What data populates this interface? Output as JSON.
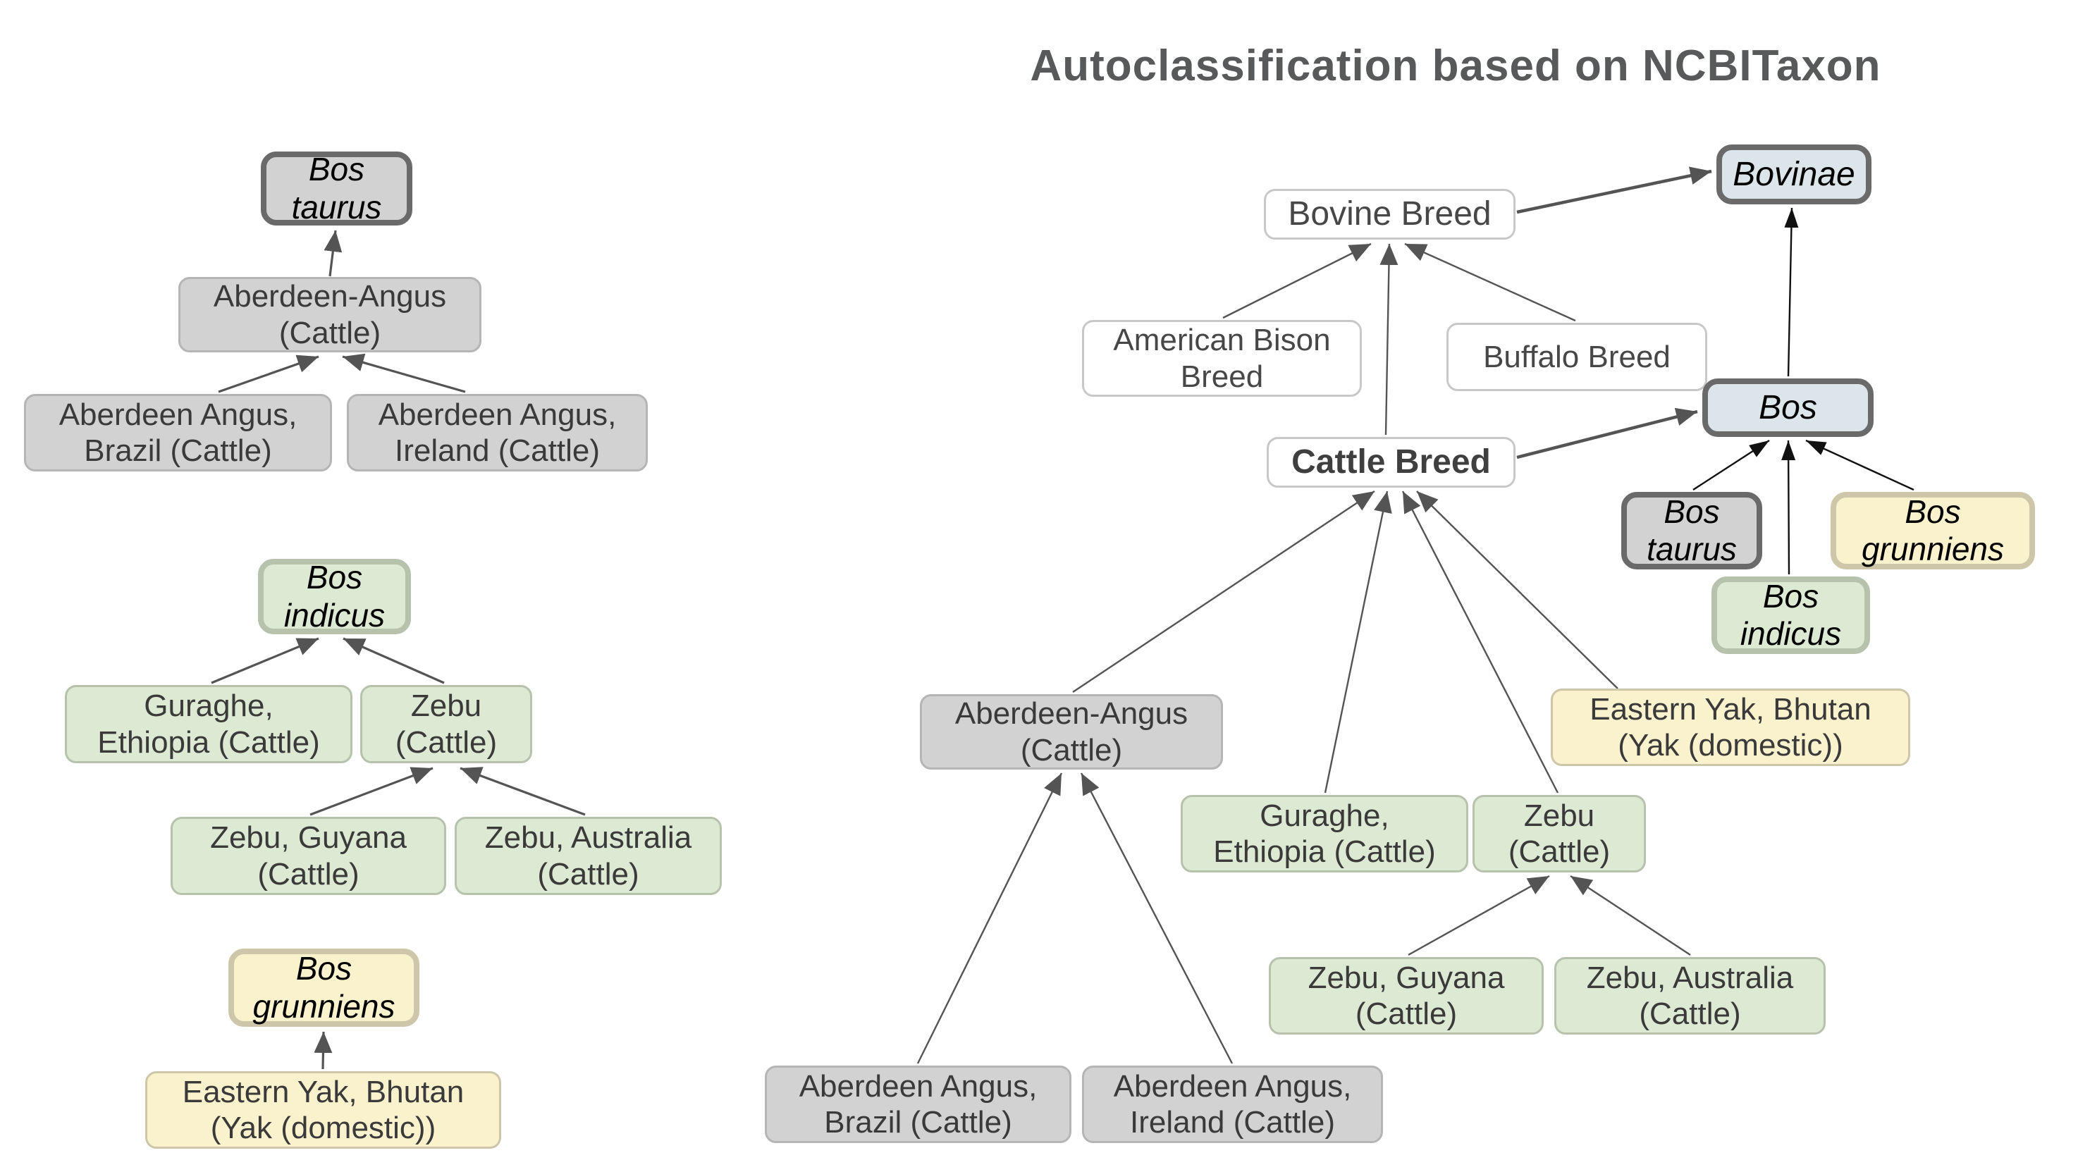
{
  "title": "Autoclassification based on NCBITaxon",
  "colors": {
    "gray_fill": "#d2d2d2",
    "green_fill": "#dcead3",
    "cream_fill": "#faf1cd",
    "blue_fill": "#dce6ea",
    "white_fill": "#ffffff",
    "root_border": "#6a6a6a",
    "child_border": "#b5b5b5",
    "edge_gray": "#545454",
    "edge_black": "#111111",
    "title_color": "#58595b"
  },
  "left_panel": {
    "trees": [
      {
        "name": "bos-taurus-tree",
        "nodes": {
          "bos_taurus": {
            "label": "Bos\ntaurus"
          },
          "aberdeen_angus": {
            "label": "Aberdeen-Angus\n(Cattle)"
          },
          "aberdeen_brazil": {
            "label": "Aberdeen Angus,\nBrazil (Cattle)"
          },
          "aberdeen_ireland": {
            "label": "Aberdeen Angus,\nIreland (Cattle)"
          }
        }
      },
      {
        "name": "bos-indicus-tree",
        "nodes": {
          "bos_indicus": {
            "label": "Bos\nindicus"
          },
          "guraghe": {
            "label": "Guraghe,\nEthiopia (Cattle)"
          },
          "zebu": {
            "label": "Zebu\n(Cattle)"
          },
          "zebu_guyana": {
            "label": "Zebu, Guyana\n(Cattle)"
          },
          "zebu_australia": {
            "label": "Zebu, Australia\n(Cattle)"
          }
        }
      },
      {
        "name": "bos-grunniens-tree",
        "nodes": {
          "bos_grunniens": {
            "label": "Bos\ngrunniens"
          },
          "eastern_yak": {
            "label": "Eastern Yak, Bhutan\n(Yak (domestic))"
          }
        }
      }
    ]
  },
  "right_panel": {
    "name": "ncbitaxon-autoclassification-tree",
    "nodes": {
      "bovinae": {
        "label": "Bovinae"
      },
      "bovine_breed": {
        "label": "Bovine Breed"
      },
      "american_bison_breed": {
        "label": "American Bison\nBreed"
      },
      "buffalo_breed": {
        "label": "Buffalo  Breed"
      },
      "cattle_breed": {
        "label": "Cattle Breed"
      },
      "bos": {
        "label": "Bos"
      },
      "bos_taurus": {
        "label": "Bos\ntaurus"
      },
      "bos_grunniens": {
        "label": "Bos\ngrunniens"
      },
      "bos_indicus": {
        "label": "Bos\nindicus"
      },
      "eastern_yak": {
        "label": "Eastern Yak, Bhutan\n(Yak (domestic))"
      },
      "aberdeen_angus": {
        "label": "Aberdeen-Angus\n(Cattle)"
      },
      "guraghe": {
        "label": "Guraghe,\nEthiopia (Cattle)"
      },
      "zebu": {
        "label": "Zebu\n(Cattle)"
      },
      "zebu_guyana": {
        "label": "Zebu, Guyana\n(Cattle)"
      },
      "zebu_australia": {
        "label": "Zebu, Australia\n(Cattle)"
      },
      "aberdeen_brazil": {
        "label": "Aberdeen Angus,\nBrazil (Cattle)"
      },
      "aberdeen_ireland": {
        "label": "Aberdeen Angus,\nIreland (Cattle)"
      }
    },
    "edges": [
      {
        "from": "bovine_breed",
        "to": "bovinae"
      },
      {
        "from": "american_bison_breed",
        "to": "bovine_breed"
      },
      {
        "from": "buffalo_breed",
        "to": "bovine_breed"
      },
      {
        "from": "cattle_breed",
        "to": "bovine_breed"
      },
      {
        "from": "cattle_breed",
        "to": "bos"
      },
      {
        "from": "bos",
        "to": "bovinae"
      },
      {
        "from": "bos_taurus",
        "to": "bos"
      },
      {
        "from": "bos_indicus",
        "to": "bos"
      },
      {
        "from": "bos_grunniens",
        "to": "bos"
      },
      {
        "from": "aberdeen_angus",
        "to": "cattle_breed"
      },
      {
        "from": "guraghe",
        "to": "cattle_breed"
      },
      {
        "from": "zebu",
        "to": "cattle_breed"
      },
      {
        "from": "eastern_yak",
        "to": "cattle_breed"
      },
      {
        "from": "aberdeen_brazil",
        "to": "aberdeen_angus"
      },
      {
        "from": "aberdeen_ireland",
        "to": "aberdeen_angus"
      },
      {
        "from": "zebu_guyana",
        "to": "zebu"
      },
      {
        "from": "zebu_australia",
        "to": "zebu"
      }
    ]
  }
}
